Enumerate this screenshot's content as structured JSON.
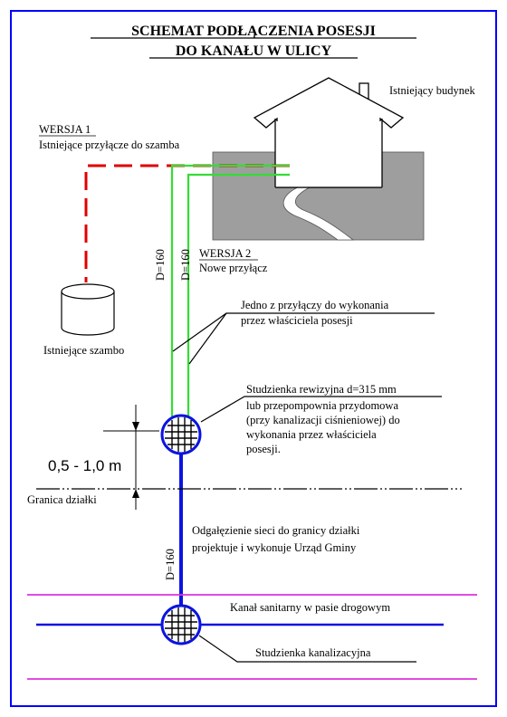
{
  "title": {
    "line1": "SCHEMAT PODŁĄCZENIA POSESJI",
    "line2": "DO KANAŁU W ULICY"
  },
  "labels": {
    "building": "Istniejący budynek",
    "version1_heading": "WERSJA 1",
    "version1_text": "Istniejące przyłącze do szamba",
    "version2_heading": "WERSJA 2",
    "version2_text": "Nowe przyłącz",
    "cesspit": "Istniejące szambo",
    "owner_note_line1": "Jedno z przyłączy do wykonania",
    "owner_note_line2": "przez właściciela posesji",
    "inspection_line1": "Studzienka rewizyjna d=315 mm",
    "inspection_line2": "lub przepompownia przydomowa",
    "inspection_line3": "(przy kanalizacji ciśnieniowej) do",
    "inspection_line4": "wykonania przez właściciela",
    "inspection_line5": "posesji.",
    "distance": "0,5 - 1,0 m",
    "boundary": "Granica działki",
    "branch_line1": "Odgałęzienie sieci do granicy działki",
    "branch_line2": "projektuje i wykonuje Urząd Gminy",
    "sewer": "Kanał sanitarny w pasie drogowym",
    "manhole": "Studzienka kanalizacyjna",
    "pipe_d1": "D=160",
    "pipe_d2": "D=160",
    "pipe_d3": "D=160"
  },
  "colors": {
    "frame": "#0000ff",
    "existing_connection": "#e00000",
    "new_connection": "#33dd33",
    "municipal_pipe": "#0a14e0",
    "road_edge": "#dd33dd",
    "ground": "#9e9e9e"
  }
}
